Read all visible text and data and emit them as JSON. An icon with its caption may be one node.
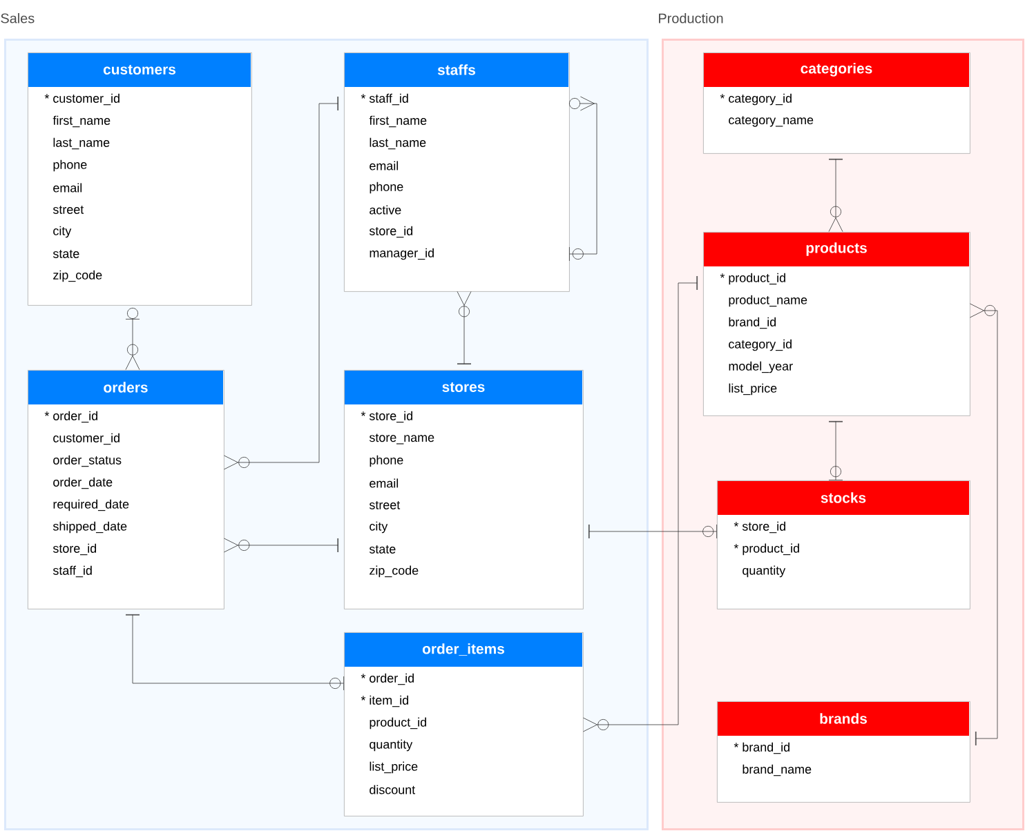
{
  "diagram": {
    "nodes": [
      {
        "text": [
          "Sales"
        ]
      },
      {
        "text": [
          "Production"
        ]
      },
      {
        "text": [
          "customers",
          "* customer_id",
          "first_name",
          "last_name",
          "phone",
          "email",
          "street",
          "city",
          "state",
          "zip_code"
        ],
        "in": 0
      },
      {
        "text": [
          "staffs",
          "* staff_id",
          "first_name",
          "last_name",
          "email",
          "phone",
          "active",
          "store_id",
          "manager_id"
        ],
        "in": 0
      },
      {
        "text": [
          "orders",
          "* order_id",
          "customer_id",
          "order_status",
          "order_date",
          "required_date",
          "shipped_date",
          "store_id",
          "staff_id"
        ],
        "in": 0
      },
      {
        "text": [
          "stores",
          "* store_id",
          "store_name",
          "phone",
          "email",
          "street",
          "city",
          "state",
          "zip_code"
        ],
        "in": 0
      },
      {
        "text": [
          "order_items",
          "* order_id",
          "* item_id",
          "product_id",
          "quantity",
          "list_price",
          "discount"
        ],
        "in": 0
      },
      {
        "text": [
          "categories",
          "* category_id",
          "category_name"
        ],
        "in": 1
      },
      {
        "text": [
          "products",
          "* product_id",
          "product_name",
          "brand_id",
          "category_id",
          "model_year",
          "list_price"
        ],
        "in": 1
      },
      {
        "text": [
          "stocks",
          "* store_id",
          "* product_id",
          "quantity"
        ],
        "in": 1
      },
      {
        "text": [
          "brands",
          "* brand_id",
          "brand_name"
        ],
        "in": 1
      }
    ],
    "edges": [
      {
        "from": 2,
        "to": 4,
        "arrow": "other"
      },
      {
        "from": 3,
        "to": 4,
        "arrow": "other"
      },
      {
        "from": 3,
        "to": 3,
        "arrow": "other"
      },
      {
        "from": 5,
        "to": 3,
        "arrow": "other"
      },
      {
        "from": 5,
        "to": 4,
        "arrow": "other"
      },
      {
        "from": 4,
        "to": 6,
        "arrow": "other"
      },
      {
        "from": 5,
        "to": 9,
        "arrow": "other"
      },
      {
        "from": 8,
        "to": 6,
        "arrow": "other"
      },
      {
        "from": 7,
        "to": 8,
        "arrow": "other"
      },
      {
        "from": 8,
        "to": 9,
        "arrow": "other"
      },
      {
        "from": 10,
        "to": 8,
        "arrow": "other"
      }
    ]
  }
}
